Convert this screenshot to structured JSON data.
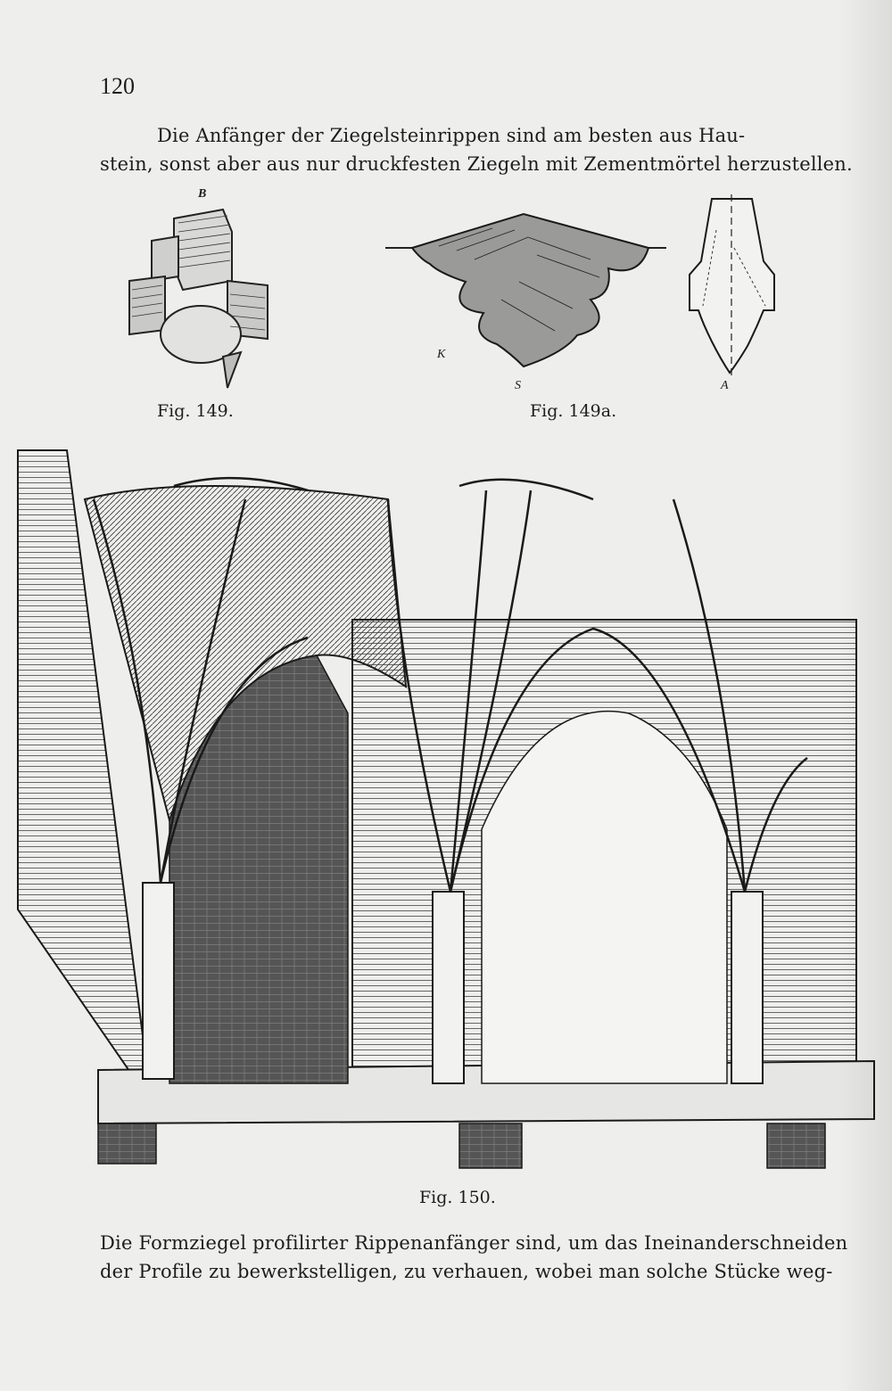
{
  "page": {
    "number": "120",
    "intro_lines": [
      "Die Anfänger der Ziegelsteinrippen sind am besten aus Hau-",
      "stein, sonst aber aus nur druckfesten Ziegeln mit Zementmörtel herzustellen."
    ],
    "figures": {
      "fig149": {
        "caption": "Fig. 149.",
        "label_b": "B"
      },
      "fig149a": {
        "caption": "Fig. 149a.",
        "label_k": "K",
        "label_s": "S",
        "label_a": "A"
      },
      "fig150": {
        "caption": "Fig. 150."
      }
    },
    "closing_lines": [
      "Die Formziegel profilirter Rippenanfänger sind, um das Ineinanderschneiden",
      "der Profile zu bewerkstelligen, zu verhauen, wobei man solche Stücke weg-"
    ]
  }
}
